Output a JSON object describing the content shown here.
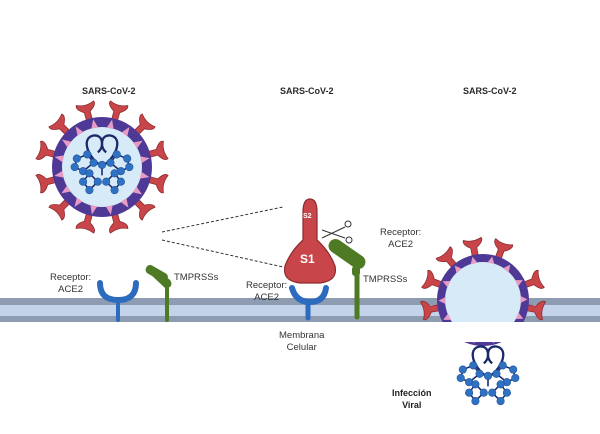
{
  "diagram": {
    "titles": [
      "SARS-CoV-2",
      "SARS-CoV-2",
      "SARS-CoV-2"
    ],
    "left": {
      "receptor_label_line1": "Receptor:",
      "receptor_label_line2": "ACE2",
      "protease_label": "TMPRSSs"
    },
    "middle": {
      "spike_s2_label": "S2",
      "spike_s1_label": "S1",
      "receptor_label_line1": "Receptor:",
      "receptor_label_line2": "ACE2",
      "protease_label": "TMPRSSs",
      "membrane_label_line1": "Membrana",
      "membrane_label_line2": "Celular"
    },
    "right": {
      "receptor_label_line1": "Receptor:",
      "receptor_label_line2": "ACE2",
      "infection_label_line1": "Infección",
      "infection_label_line2": "Viral"
    },
    "colors": {
      "spike": "#C8464A",
      "spike_outline": "#8E2A2E",
      "envelope": "#4E3A96",
      "envelope_marker": "#E59BC4",
      "virus_interior": "#D6EBF7",
      "rna_strand": "#1B2A6B",
      "rna_node": "#2F72C4",
      "ace2": "#2D6BBF",
      "tmprss": "#4E7A24",
      "membrane_outer": "#8E9CB2",
      "membrane_inner": "#C3D3EA"
    }
  }
}
